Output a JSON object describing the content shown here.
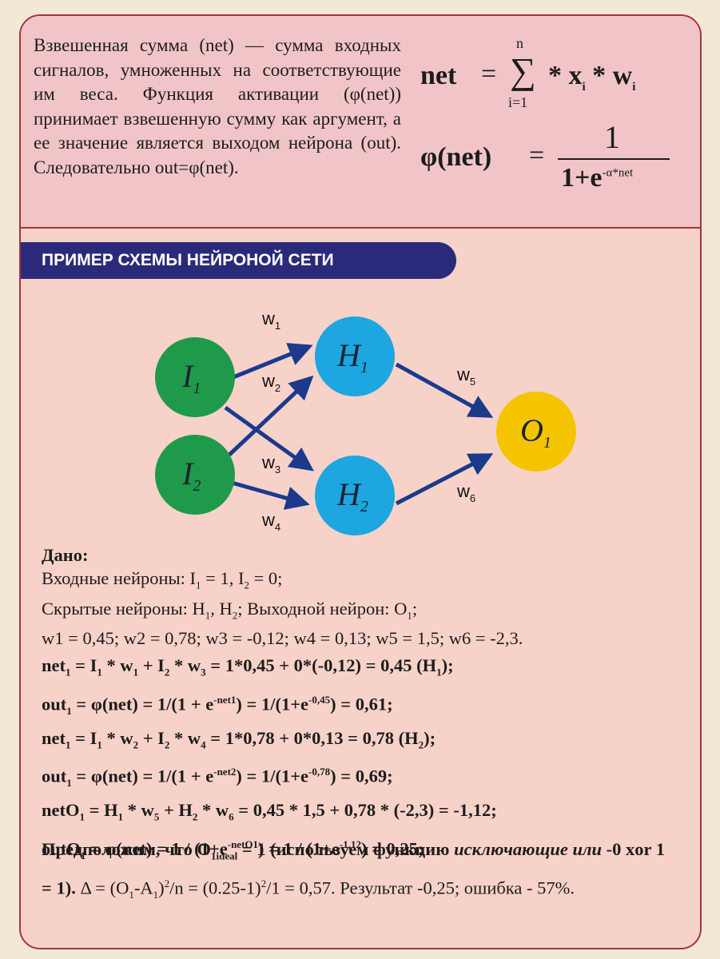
{
  "definition_text": "Взвешенная сумма (net) — сумма входных сигналов, умноженных на соответствующие им веса. Функция активации (φ(net)) принимает взвешенную сумму как аргумент, а ее значение является выходом нейрона (out). Следовательно out=φ(net).",
  "formula_net": {
    "lhs": "net",
    "eq": "=",
    "upper": "n",
    "lower": "i=1",
    "sigma": "∑",
    "star": "*",
    "x": "x",
    "w": "w",
    "i": "i"
  },
  "formula_phi": {
    "lhs": "φ(net)",
    "eq": "=",
    "numerator": "1",
    "den_base": "1+e",
    "den_exp": "-α*net"
  },
  "banner": "ПРИМЕР СХЕМЫ НЕЙРОНОЙ СЕТИ",
  "diagram": {
    "nodes": [
      {
        "id": "I1",
        "label": "I",
        "sub": "1",
        "color": "#1e9a4a"
      },
      {
        "id": "I2",
        "label": "I",
        "sub": "2",
        "color": "#1e9a4a"
      },
      {
        "id": "H1",
        "label": "H",
        "sub": "1",
        "color": "#1da6e0"
      },
      {
        "id": "H2",
        "label": "H",
        "sub": "2",
        "color": "#1da6e0"
      },
      {
        "id": "O1",
        "label": "O",
        "sub": "1",
        "color": "#f5c400"
      }
    ],
    "weights": [
      {
        "label": "w",
        "sub": "1"
      },
      {
        "label": "w",
        "sub": "2"
      },
      {
        "label": "w",
        "sub": "3"
      },
      {
        "label": "w",
        "sub": "4"
      },
      {
        "label": "w",
        "sub": "5"
      },
      {
        "label": "w",
        "sub": "6"
      }
    ],
    "arrow_color": "#1b3a8c"
  },
  "given": {
    "heading": "Дано:",
    "inputs_prefix": "Входные нейроны: I",
    "inputs_mid": " = 1, I",
    "inputs_end": "  = 0;",
    "hidden_prefix": "Скрытые нейроны: H",
    "hidden_mid": ", H",
    "hidden_end": ";  Выходной нейрон: O",
    "weights_line": "w1 = 0,45; w2 = 0,78; w3 = -0,12; w4 = 0,13; w5 = 1,5; w6 = -2,3."
  },
  "calculations": {
    "l1": {
      "a": "net",
      "b": " = I",
      "c": " * w",
      "d": " + I",
      "e": " * w",
      "f": " = 1*0,45 + 0*(-0,12) = 0,45 (H",
      "g": ");"
    },
    "l2": {
      "a": "out",
      "b": " = φ(net) = 1/(1 + e",
      "c": "-net1",
      "d": ") = 1/(1+e",
      "e": "-0,45",
      "f": ") = 0,61;"
    },
    "l3": {
      "a": "net",
      "b": " = I",
      "c": " * w",
      "d": " + I",
      "e": " * w",
      "f": " = 1*0,78 + 0*0,13 = 0,78 (H",
      "g": ");"
    },
    "l4": {
      "a": "out",
      "b": " = φ(net) = 1/(1 + e",
      "c": "-net2",
      "d": ") = 1/(1+e",
      "e": "-0,78",
      "f": ") = 0,69;"
    },
    "l5": {
      "a": "netO",
      "b": " = H",
      "c": " * w",
      "d": " + H",
      "e": " * w",
      "f": " = 0,45 * 1,5 + 0,78 * (-2,3) = -1,12;"
    },
    "l6": {
      "a": "outO",
      "b": " = φ(net) = 1 / (1+e",
      "c": "-netO1",
      "d": ") = 1 / (1+e",
      "e": "-1,12",
      "f": ") = 0,25;"
    }
  },
  "conclusion": {
    "a": "Предположим, что O",
    "a_sub": "1ideal",
    "b": " = 1 (используем функцию",
    "c": "исключающие или",
    "d": " -0 xor 1 = 1).",
    "e": " Δ = (O",
    "f": "-A",
    "g": ")",
    "h": "/n =  (0.25-1)",
    "i": "/1 = 0,57. Результат -0,25; ошибка - 57%."
  },
  "sub": {
    "one": "1",
    "two": "2",
    "three": "3",
    "four": "4",
    "five": "5",
    "six": "6"
  }
}
